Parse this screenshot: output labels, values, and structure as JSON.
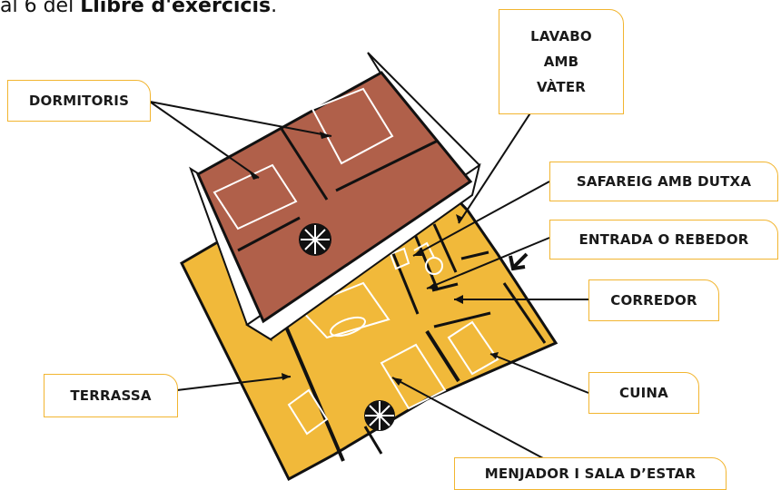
{
  "header": {
    "prefix": "al 6 del ",
    "book_title": "Llibre d'exercicis",
    "suffix": "."
  },
  "labels": {
    "dormitoris": "DORMITORIS",
    "lavabo_line1": "LAVABO",
    "lavabo_line2": "AMB",
    "lavabo_line3": "VÀTER",
    "safareig": "SAFAREIG AMB DUTXA",
    "entrada": "ENTRADA O REBEDOR",
    "corredor": "CORREDOR",
    "cuina": "CUINA",
    "terrassa": "TERRASSA",
    "menjador": "MENJADOR I SALA D’ESTAR"
  },
  "colors": {
    "upper_floor": "#b0604a",
    "lower_floor": "#f1b93a",
    "label_border": "#f2b530",
    "walls": "#111111"
  }
}
